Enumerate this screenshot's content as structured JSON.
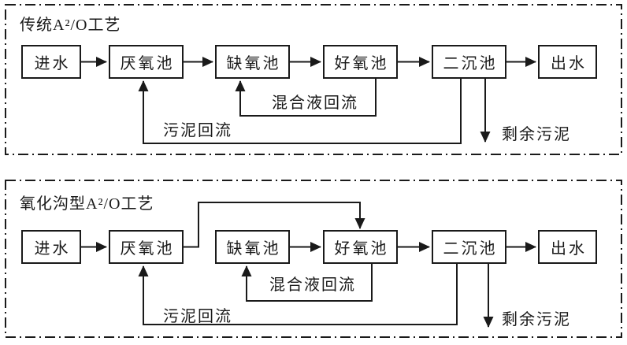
{
  "diagrams": [
    {
      "title": "传统A²/O工艺",
      "boxes": [
        {
          "id": "influent",
          "label": "进水"
        },
        {
          "id": "anaerobic-tank",
          "label": "厌氧池"
        },
        {
          "id": "anoxic-tank",
          "label": "缺氧池"
        },
        {
          "id": "aerobic-tank",
          "label": "好氧池"
        },
        {
          "id": "secondary-clarifier",
          "label": "二沉池"
        },
        {
          "id": "effluent",
          "label": "出水"
        }
      ],
      "flow_labels": {
        "mixed_liquor_return": "混合液回流",
        "sludge_return": "污泥回流",
        "excess_sludge": "剩余污泥"
      }
    },
    {
      "title": "氧化沟型A²/O工艺",
      "boxes": [
        {
          "id": "influent",
          "label": "进水"
        },
        {
          "id": "anaerobic-tank",
          "label": "厌氧池"
        },
        {
          "id": "anoxic-tank",
          "label": "缺氧池"
        },
        {
          "id": "aerobic-tank",
          "label": "好氧池"
        },
        {
          "id": "secondary-clarifier",
          "label": "二沉池"
        },
        {
          "id": "effluent",
          "label": "出水"
        }
      ],
      "flow_labels": {
        "mixed_liquor_return": "混合液回流",
        "sludge_return": "污泥回流",
        "excess_sludge": "剩余污泥"
      }
    }
  ],
  "colors": {
    "line": "#1a1a1a",
    "background": "#ffffff"
  }
}
